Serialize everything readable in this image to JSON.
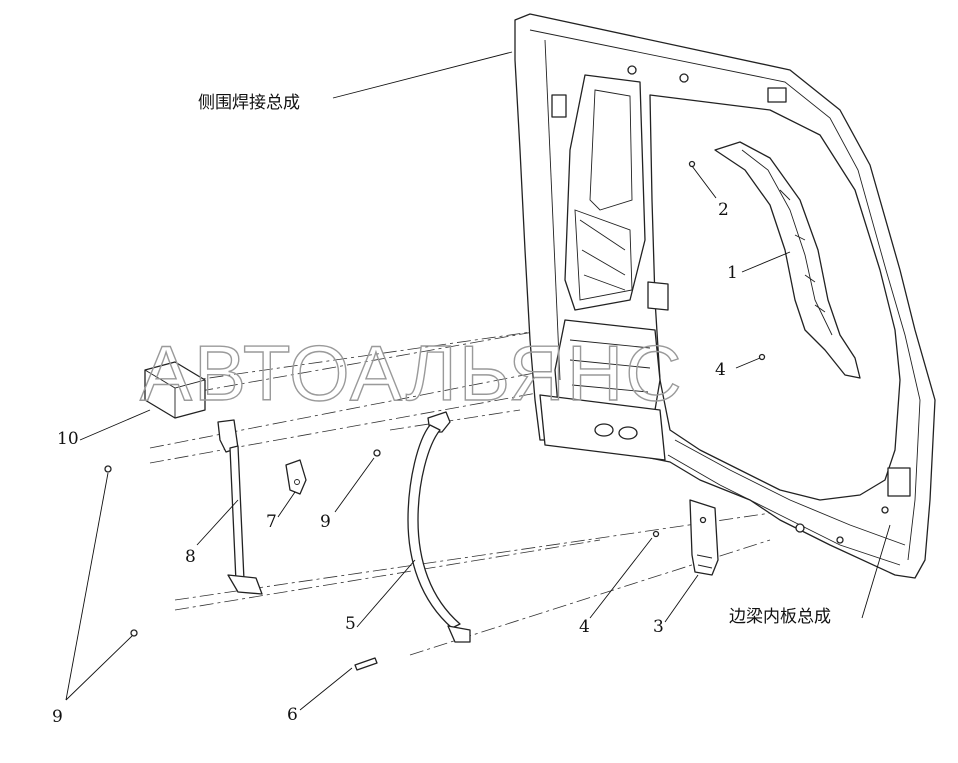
{
  "diagram": {
    "labels": {
      "side_frame": "侧围焊接总成",
      "inner_panel": "边梁内板总成",
      "p1": "1",
      "p2": "2",
      "p3": "3",
      "p4a": "4",
      "p4b": "4",
      "p5": "5",
      "p6": "6",
      "p7": "7",
      "p8": "8",
      "p9a": "9",
      "p9b": "9",
      "p10": "10"
    },
    "watermark": "АВТОАЛЬЯНС"
  }
}
